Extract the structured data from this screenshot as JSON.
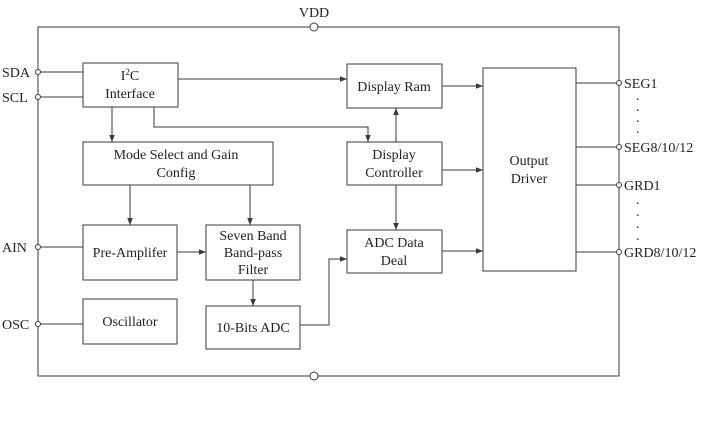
{
  "supply": {
    "top_label": "VDD"
  },
  "pins": {
    "sda": "SDA",
    "scl": "SCL",
    "ain": "AIN",
    "osc": "OSC",
    "seg1": "SEG1",
    "seg_n": "SEG8/10/12",
    "grd1": "GRD1",
    "grd_n": "GRD8/10/12",
    "continuation_dot": "."
  },
  "blocks": {
    "i2c": {
      "i": "I",
      "sup": "2",
      "c": "C",
      "line2": "Interface"
    },
    "display_ram": {
      "label": "Display Ram"
    },
    "mode_select": {
      "line1": "Mode Select and Gain",
      "line2": "Config"
    },
    "display_controller": {
      "line1": "Display",
      "line2": "Controller"
    },
    "output_driver": {
      "line1": "Output",
      "line2": "Driver"
    },
    "pre_amplifier": {
      "label": "Pre-Amplifer"
    },
    "seven_band": {
      "line1": "Seven Band",
      "line2": "Band-pass",
      "line3": "Filter"
    },
    "adc_data_deal": {
      "line1": "ADC Data",
      "line2": "Deal"
    },
    "oscillator": {
      "label": "Oscillator"
    },
    "adc_10bit": {
      "label": "10-Bits ADC"
    }
  }
}
